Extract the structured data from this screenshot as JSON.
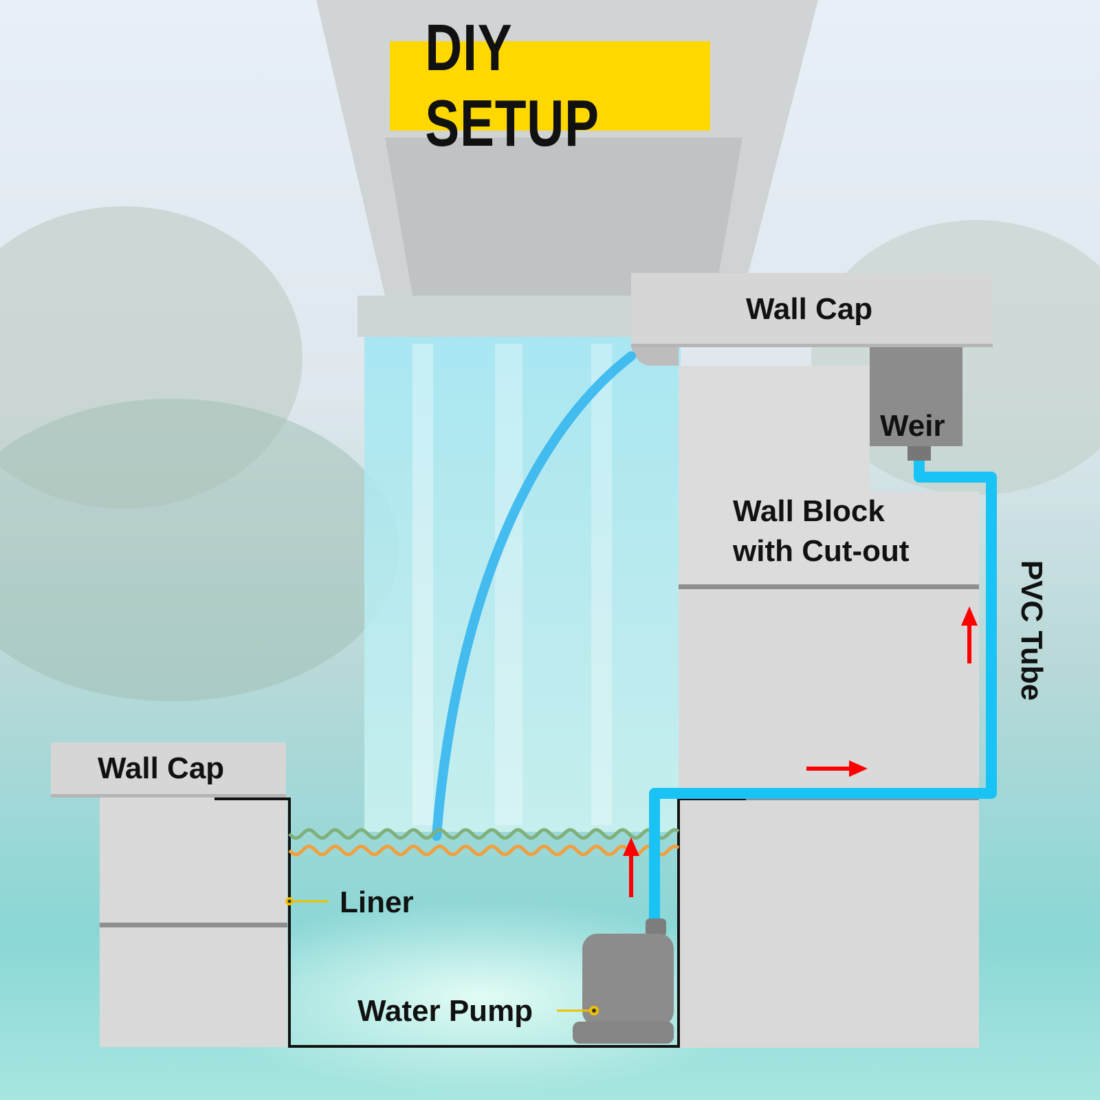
{
  "title": "DIY SETUP",
  "labels": {
    "wall_cap_right": "Wall Cap",
    "weir": "Weir",
    "wall_block_line1": "Wall Block",
    "wall_block_line2": "with Cut-out",
    "pvc_tube": "PVC Tube",
    "wall_cap_left": "Wall Cap",
    "liner": "Liner",
    "water_pump": "Water Pump"
  },
  "colors": {
    "title_bg": "#ffd800",
    "stone": "#d9d9d9",
    "pvc_tube": "#19c3f5",
    "flow_arrow": "#ff0000",
    "callout": "#f0c000",
    "water_green": "#7fb07a",
    "water_orange": "#f0a040"
  }
}
